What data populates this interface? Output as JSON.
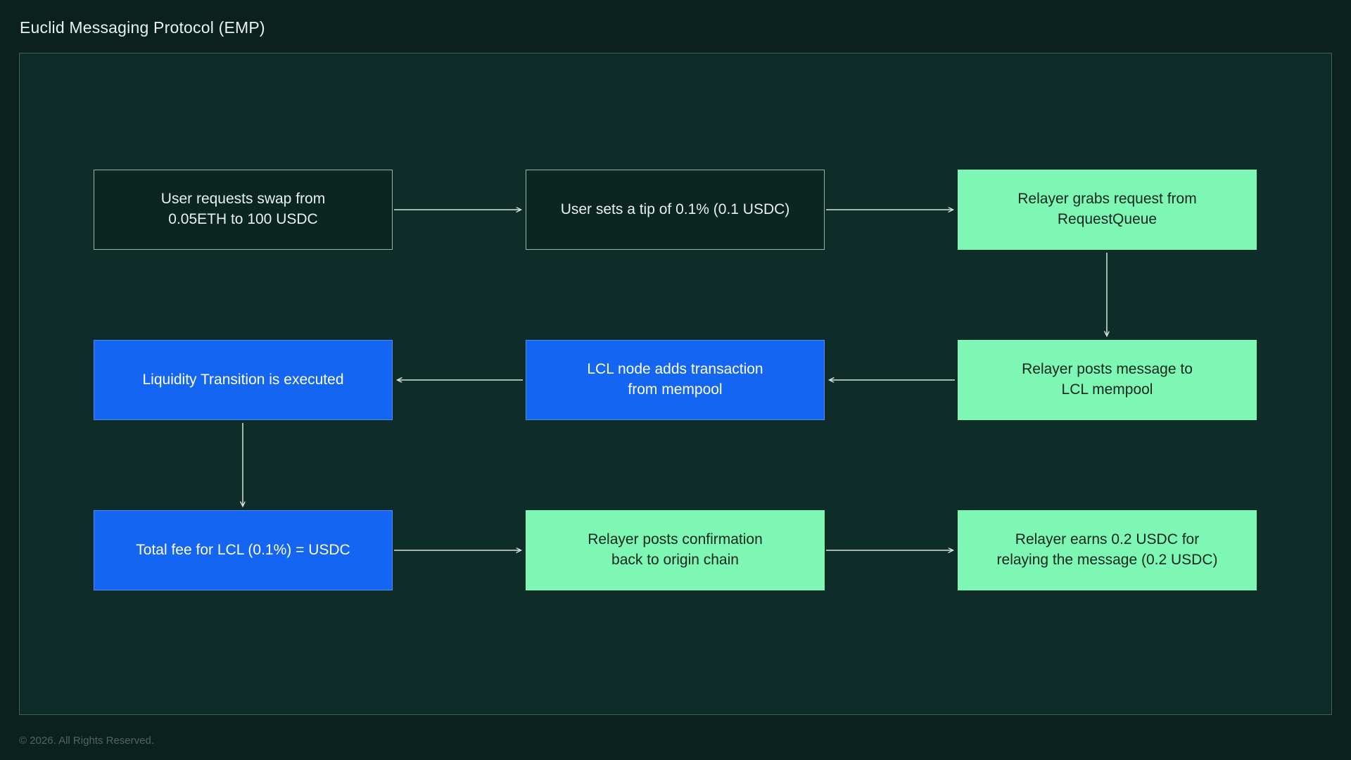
{
  "header": {
    "title": "Euclid Messaging Protocol (EMP)"
  },
  "footer": {
    "copyright": "© 2026. All Rights Reserved."
  },
  "diagram": {
    "nodes": [
      {
        "id": "n1",
        "label": "User requests swap from\n0.05ETH to 100 USDC",
        "style": "dark"
      },
      {
        "id": "n2",
        "label": "User sets a tip of 0.1% (0.1 USDC)",
        "style": "dark"
      },
      {
        "id": "n3",
        "label": "Relayer grabs request from\nRequestQueue",
        "style": "green"
      },
      {
        "id": "n4",
        "label": "Liquidity Transition is executed",
        "style": "blue"
      },
      {
        "id": "n5",
        "label": "LCL node adds transaction\nfrom mempool",
        "style": "blue"
      },
      {
        "id": "n6",
        "label": "Relayer posts message to\nLCL mempool",
        "style": "green"
      },
      {
        "id": "n7",
        "label": "Total fee for LCL (0.1%) = USDC",
        "style": "blue"
      },
      {
        "id": "n8",
        "label": "Relayer posts confirmation\nback to origin chain",
        "style": "green"
      },
      {
        "id": "n9",
        "label": "Relayer earns 0.2 USDC for\nrelaying the message (0.2 USDC)",
        "style": "green"
      }
    ],
    "edges": [
      {
        "from": "n1",
        "to": "n2"
      },
      {
        "from": "n2",
        "to": "n3"
      },
      {
        "from": "n3",
        "to": "n6"
      },
      {
        "from": "n6",
        "to": "n5"
      },
      {
        "from": "n5",
        "to": "n4"
      },
      {
        "from": "n4",
        "to": "n7"
      },
      {
        "from": "n7",
        "to": "n8"
      },
      {
        "from": "n8",
        "to": "n9"
      }
    ],
    "colors": {
      "background": "#0a211d",
      "panel": "#0f2d28",
      "dark_node": "#0b2521",
      "green_node": "#7ef7b4",
      "blue_node": "#1365f2",
      "arrow": "#d8e4df"
    }
  }
}
